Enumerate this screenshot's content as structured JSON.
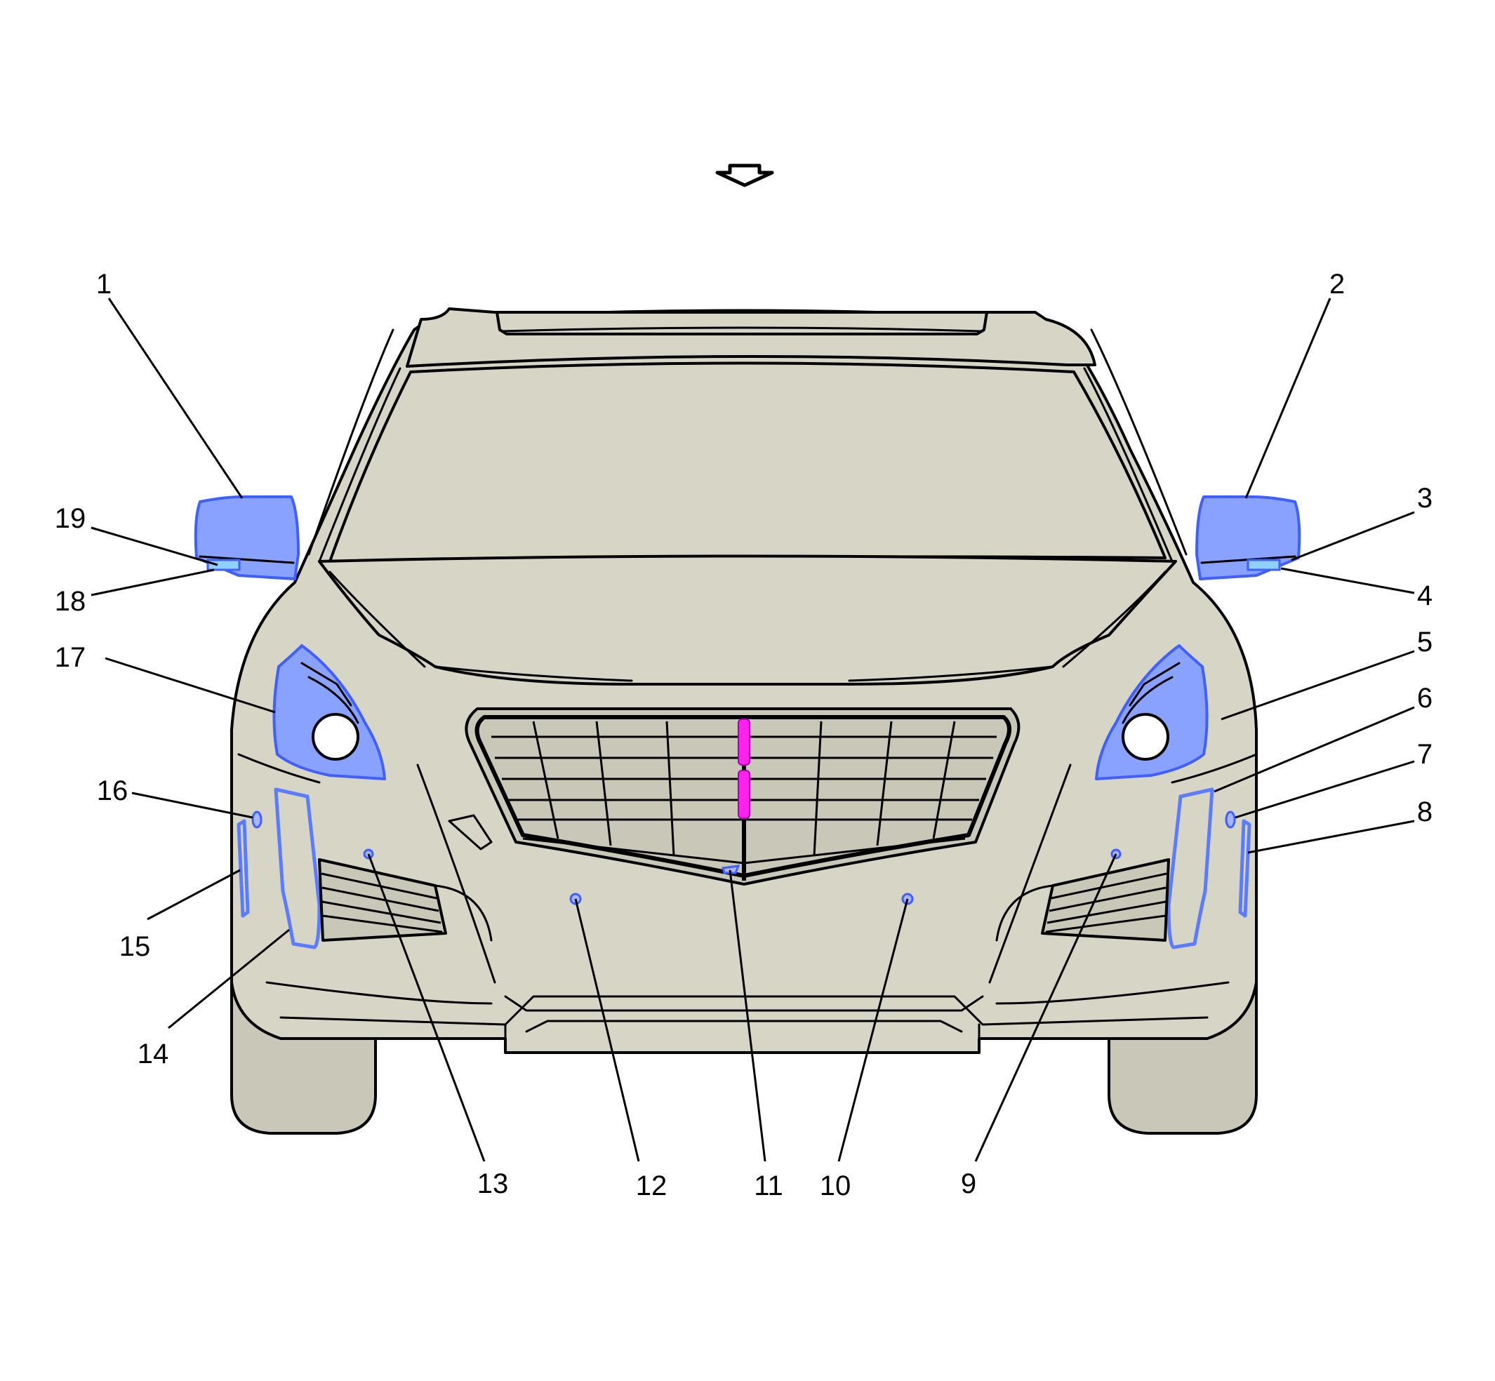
{
  "diagram": {
    "colors": {
      "body": "#d6d5c6",
      "highlight_blue": "#5b7cff",
      "highlight_magenta": "#ff22ee",
      "line": "#000000"
    },
    "view_arrow_icon": "down-arrow-icon",
    "callouts": [
      {
        "id": "c1",
        "label": "1"
      },
      {
        "id": "c2",
        "label": "2"
      },
      {
        "id": "c3",
        "label": "3"
      },
      {
        "id": "c4",
        "label": "4"
      },
      {
        "id": "c5",
        "label": "5"
      },
      {
        "id": "c6",
        "label": "6"
      },
      {
        "id": "c7",
        "label": "7"
      },
      {
        "id": "c8",
        "label": "8"
      },
      {
        "id": "c9",
        "label": "9"
      },
      {
        "id": "c10",
        "label": "10"
      },
      {
        "id": "c11",
        "label": "11"
      },
      {
        "id": "c12",
        "label": "12"
      },
      {
        "id": "c13",
        "label": "13"
      },
      {
        "id": "c14",
        "label": "14"
      },
      {
        "id": "c15",
        "label": "15"
      },
      {
        "id": "c16",
        "label": "16"
      },
      {
        "id": "c17",
        "label": "17"
      },
      {
        "id": "c18",
        "label": "18"
      },
      {
        "id": "c19",
        "label": "19"
      }
    ]
  }
}
